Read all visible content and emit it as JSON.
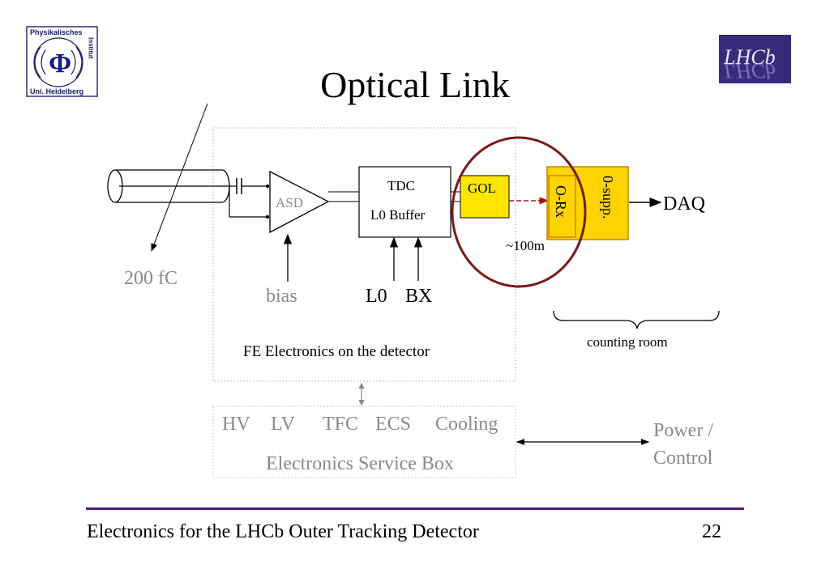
{
  "title": "Optical Link",
  "logos": {
    "institute_top": "Physikalisches",
    "institute_side": "Institut",
    "institute_bottom": "Uni. Heidelberg",
    "institute_symbol": "Φ",
    "lhcb": "LHCb"
  },
  "diagram": {
    "asd": "ASD",
    "tdc_line1": "TDC",
    "tdc_line2": "L0 Buffer",
    "gol": "GOL",
    "orx": "O-Rx",
    "zero_supp": "0-supp.",
    "daq": "DAQ",
    "distance": "~100m",
    "charge": "200 fC",
    "bias": "bias",
    "l0": "L0",
    "bx": "BX",
    "counting_room": "counting room",
    "fe_electronics": "FE Electronics on the detector",
    "service_row1": [
      "HV",
      "LV",
      "TFC",
      "ECS",
      "Cooling"
    ],
    "service_box": "Electronics Service Box",
    "power_control_line1": "Power /",
    "power_control_line2": "Control"
  },
  "colors": {
    "yellow_box": "#ffd400",
    "orange_border": "#d08a00",
    "circle": "#7b1a1a",
    "grey_text": "#8a8a8a",
    "footer_line": "#4b1e8c",
    "logo_bg": "#3a2b7a"
  },
  "footer": {
    "text": "Electronics for the LHCb Outer Tracking Detector",
    "page": "22"
  }
}
